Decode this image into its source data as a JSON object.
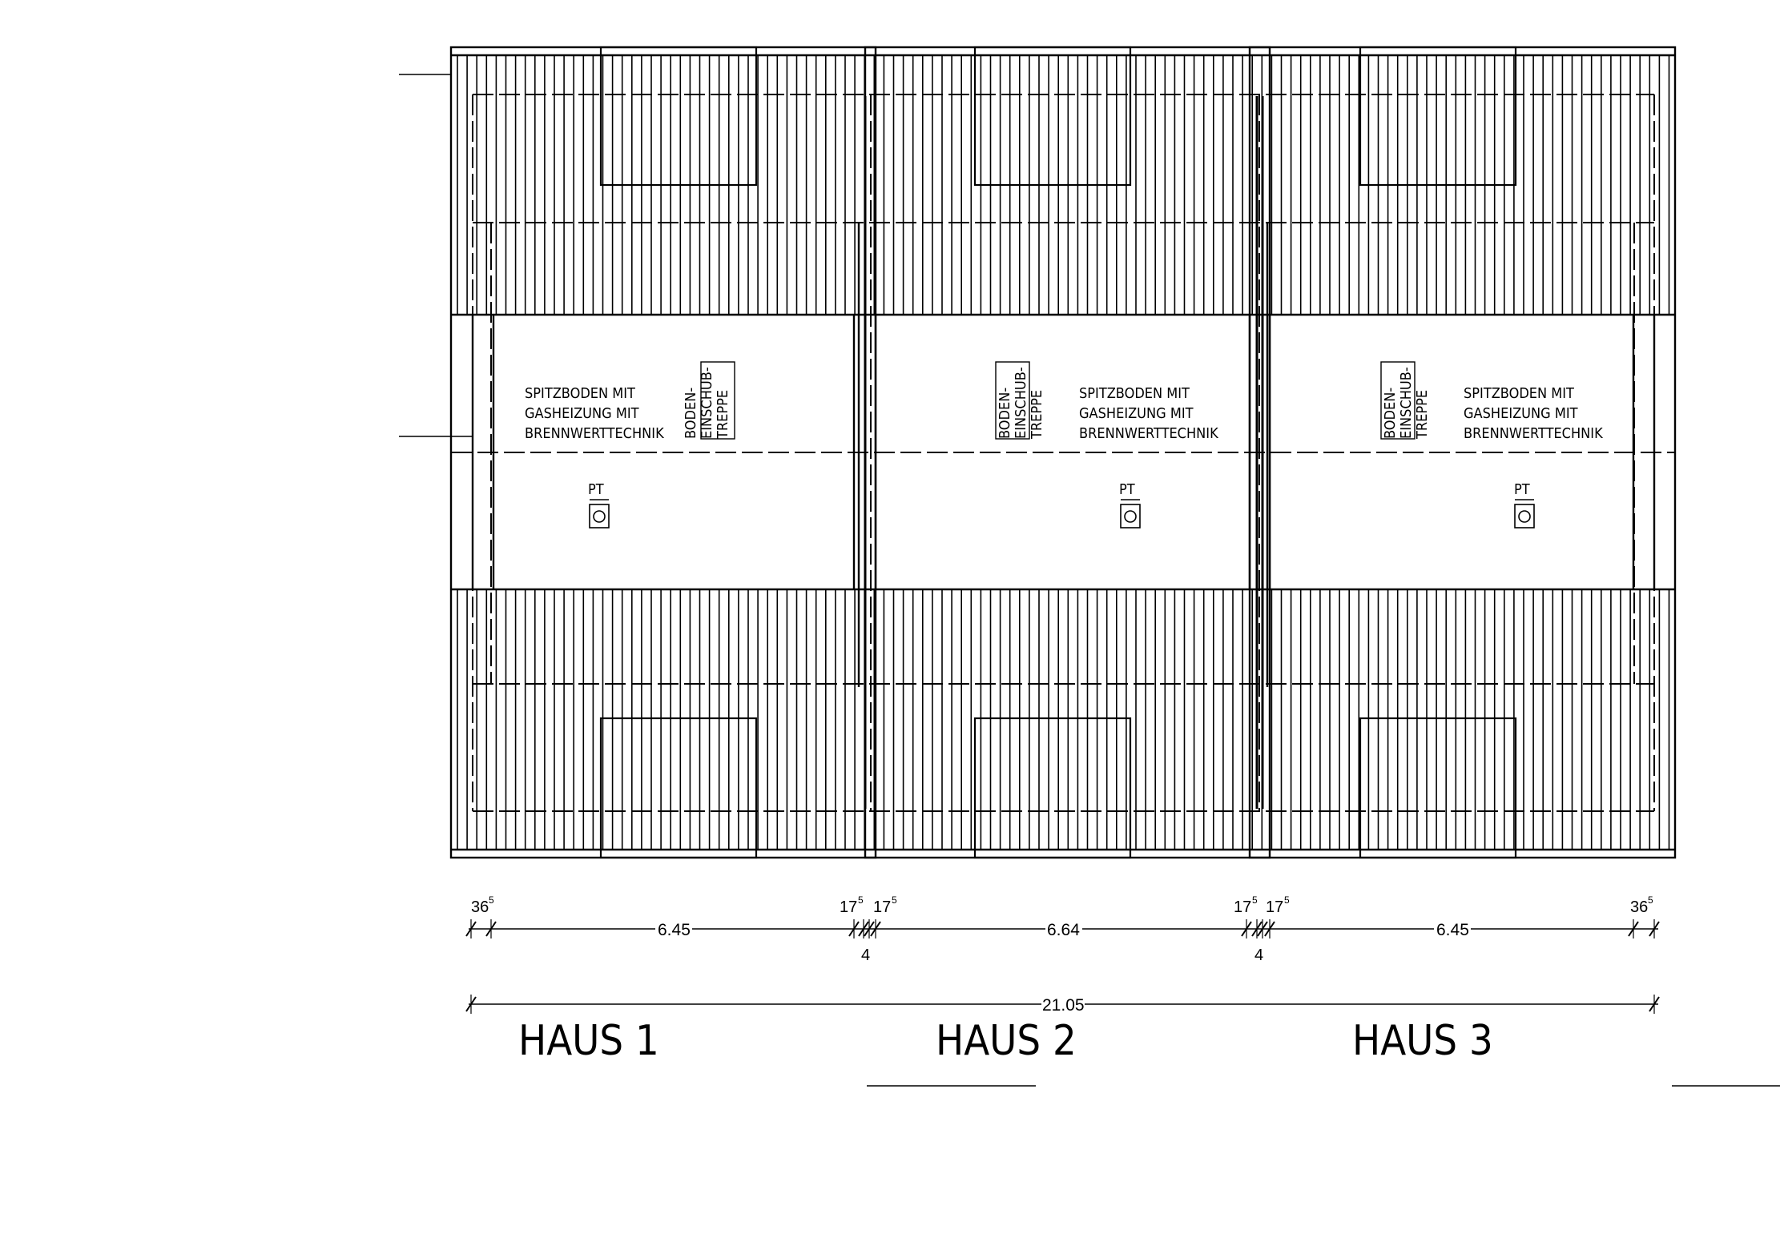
{
  "houses": [
    {
      "name": "HAUS  1",
      "attic_note": [
        "SPITZBODEN  MIT",
        "GASHEIZUNG  MIT",
        "BRENNWERTTECHNIK"
      ],
      "stair_note": [
        "BODEN-",
        "EINSCHUB-",
        "TREPPE"
      ],
      "pt_label": "PT"
    },
    {
      "name": "HAUS  2",
      "attic_note": [
        "SPITZBODEN  MIT",
        "GASHEIZUNG  MIT",
        "BRENNWERTTECHNIK"
      ],
      "stair_note": [
        "BODEN-",
        "EINSCHUB-",
        "TREPPE"
      ],
      "pt_label": "PT"
    },
    {
      "name": "HAUS  3",
      "attic_note": [
        "SPITZBODEN  MIT",
        "GASHEIZUNG  MIT",
        "BRENNWERTTECHNIK"
      ],
      "stair_note": [
        "BODEN-",
        "EINSCHUB-",
        "TREPPE"
      ],
      "pt_label": "PT"
    }
  ],
  "dimensions": {
    "chain": [
      {
        "value": "36",
        "sup": "5"
      },
      {
        "value": "6.45",
        "sup": ""
      },
      {
        "value": "17",
        "sup": "5"
      },
      {
        "value": "4",
        "sup": ""
      },
      {
        "value": "17",
        "sup": "5"
      },
      {
        "value": "6.64",
        "sup": ""
      },
      {
        "value": "17",
        "sup": "5"
      },
      {
        "value": "4",
        "sup": ""
      },
      {
        "value": "17",
        "sup": "5"
      },
      {
        "value": "6.45",
        "sup": ""
      },
      {
        "value": "36",
        "sup": "5"
      }
    ],
    "total": "21.05"
  },
  "colors": {
    "line": "#000000",
    "background": "#ffffff"
  }
}
